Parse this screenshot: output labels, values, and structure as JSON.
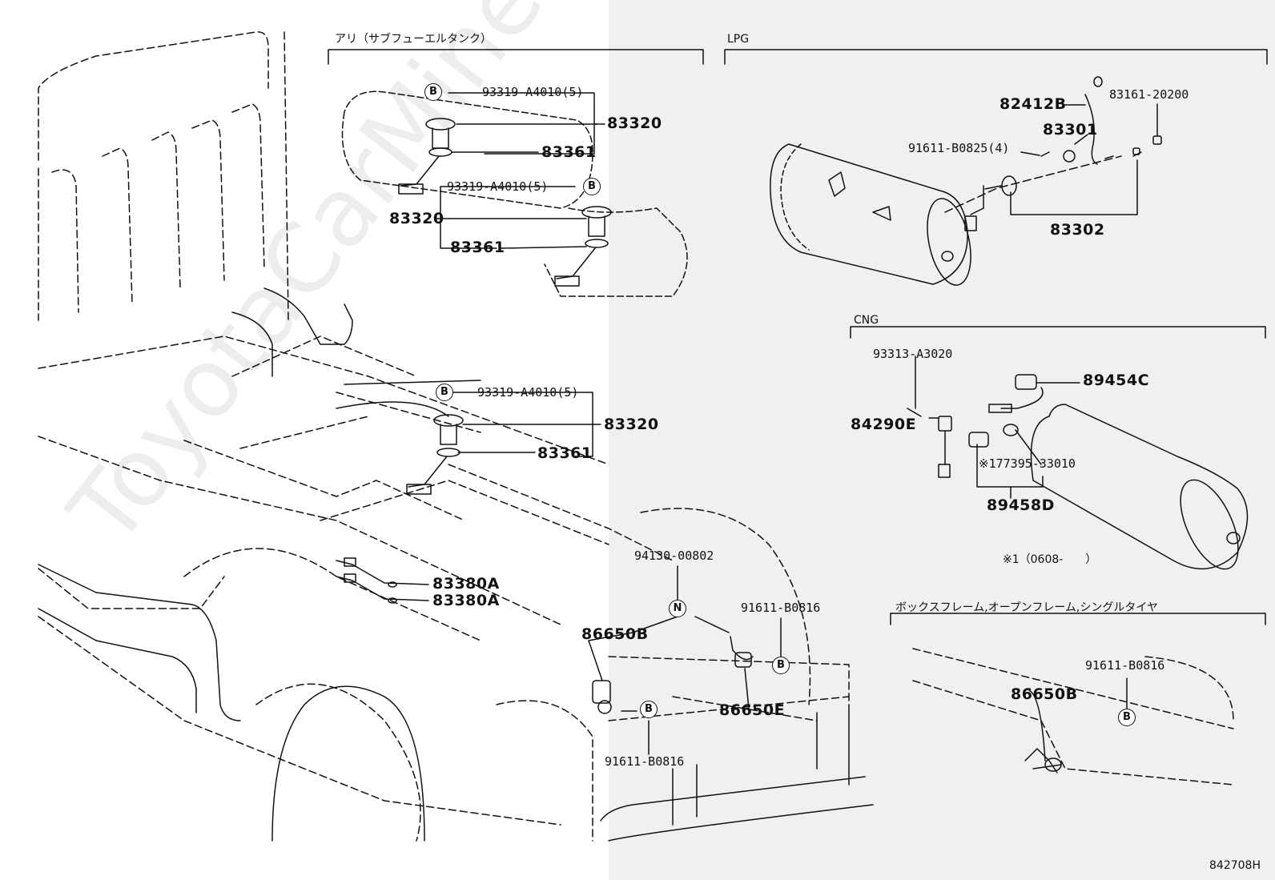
{
  "sections": {
    "sub_tank": "アリ（サブフューエルタンク）",
    "lpg": "LPG",
    "cng": "CNG",
    "box_frame": "ボックスフレーム,オープンフレーム,シングルタイヤ"
  },
  "markers": {
    "b": "B",
    "n": "N"
  },
  "parts": {
    "p93319_1": "93319-A4010(5)",
    "p83320_1": "83320",
    "p83361_1": "83361",
    "p93319_2": "93319-A4010(5)",
    "p83320_2": "83320",
    "p83361_2": "83361",
    "p93319_3": "93319-A4010(5)",
    "p83320_3": "83320",
    "p83361_3": "83361",
    "p83380a_1": "83380A",
    "p83380a_2": "83380A",
    "p94130": "94130-00802",
    "p86650b_1": "86650B",
    "p91611_b0816_1": "91611-B0816",
    "p86650e": "86650E",
    "p91611_b0816_2": "91611-B0816",
    "p82412b": "82412B",
    "p83161": "83161-20200",
    "p91611_b0825": "91611-B0825(4)",
    "p83301": "83301",
    "p83302": "83302",
    "p93313": "93313-A3020",
    "p89454c": "89454C",
    "p84290e": "84290E",
    "p177395": "※177395-33010",
    "p89458d": "89458D",
    "note1": "※1（0608-　　）",
    "p91611_b0816_3": "91611-B0816",
    "p86650b_2": "86650B"
  },
  "figure_code": "842708H",
  "watermark": "ToyotaCarMine.ru"
}
